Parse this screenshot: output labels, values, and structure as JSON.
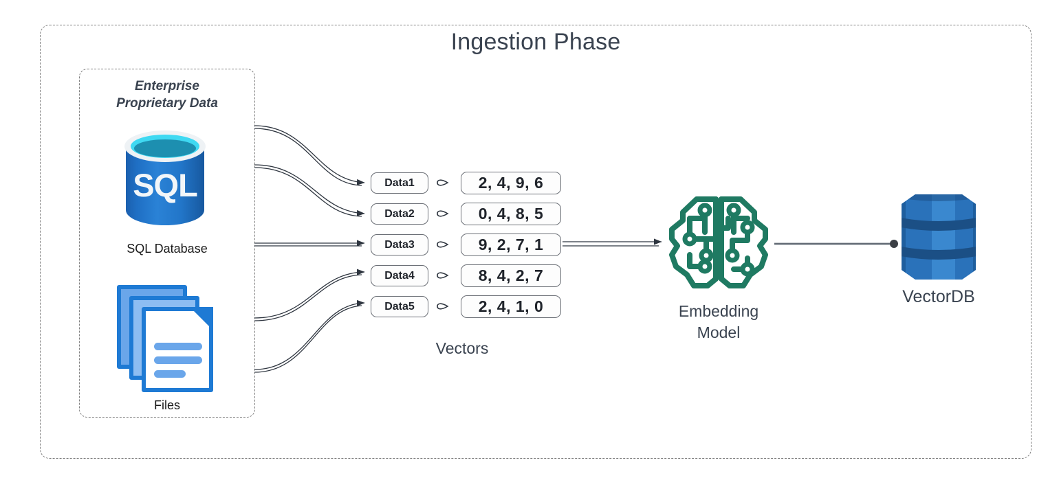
{
  "phase": {
    "title": "Ingestion Phase"
  },
  "source_group": {
    "title_line1": "Enterprise",
    "title_line2": "Proprietary Data",
    "items": [
      {
        "icon": "sql-database-icon",
        "label": "SQL Database",
        "logo_text": "SQL"
      },
      {
        "icon": "files-icon",
        "label": "Files"
      }
    ]
  },
  "vectors": {
    "section_label": "Vectors",
    "rows": [
      {
        "data_label": "Data1",
        "vector": "2, 4, 9, 6"
      },
      {
        "data_label": "Data2",
        "vector": "0, 4, 8, 5"
      },
      {
        "data_label": "Data3",
        "vector": "9, 2, 7, 1"
      },
      {
        "data_label": "Data4",
        "vector": "8, 4, 2, 7"
      },
      {
        "data_label": "Data5",
        "vector": "2, 4, 1, 0"
      }
    ]
  },
  "embedding": {
    "icon": "brain-circuit-icon",
    "label_line1": "Embedding",
    "label_line2": "Model"
  },
  "vectordb": {
    "icon": "database-stack-icon",
    "label": "VectorDB"
  },
  "colors": {
    "frame_dash": "#808080",
    "title_text": "#3a4350",
    "sql_blue": "#2a82d6",
    "sql_cyan": "#3fd9f2",
    "files_blue": "#1e7ad4",
    "brain_teal": "#1f7a62",
    "vectordb_blue": "#2e79c0",
    "wire": "#2f3640",
    "background": "#ffffff"
  }
}
